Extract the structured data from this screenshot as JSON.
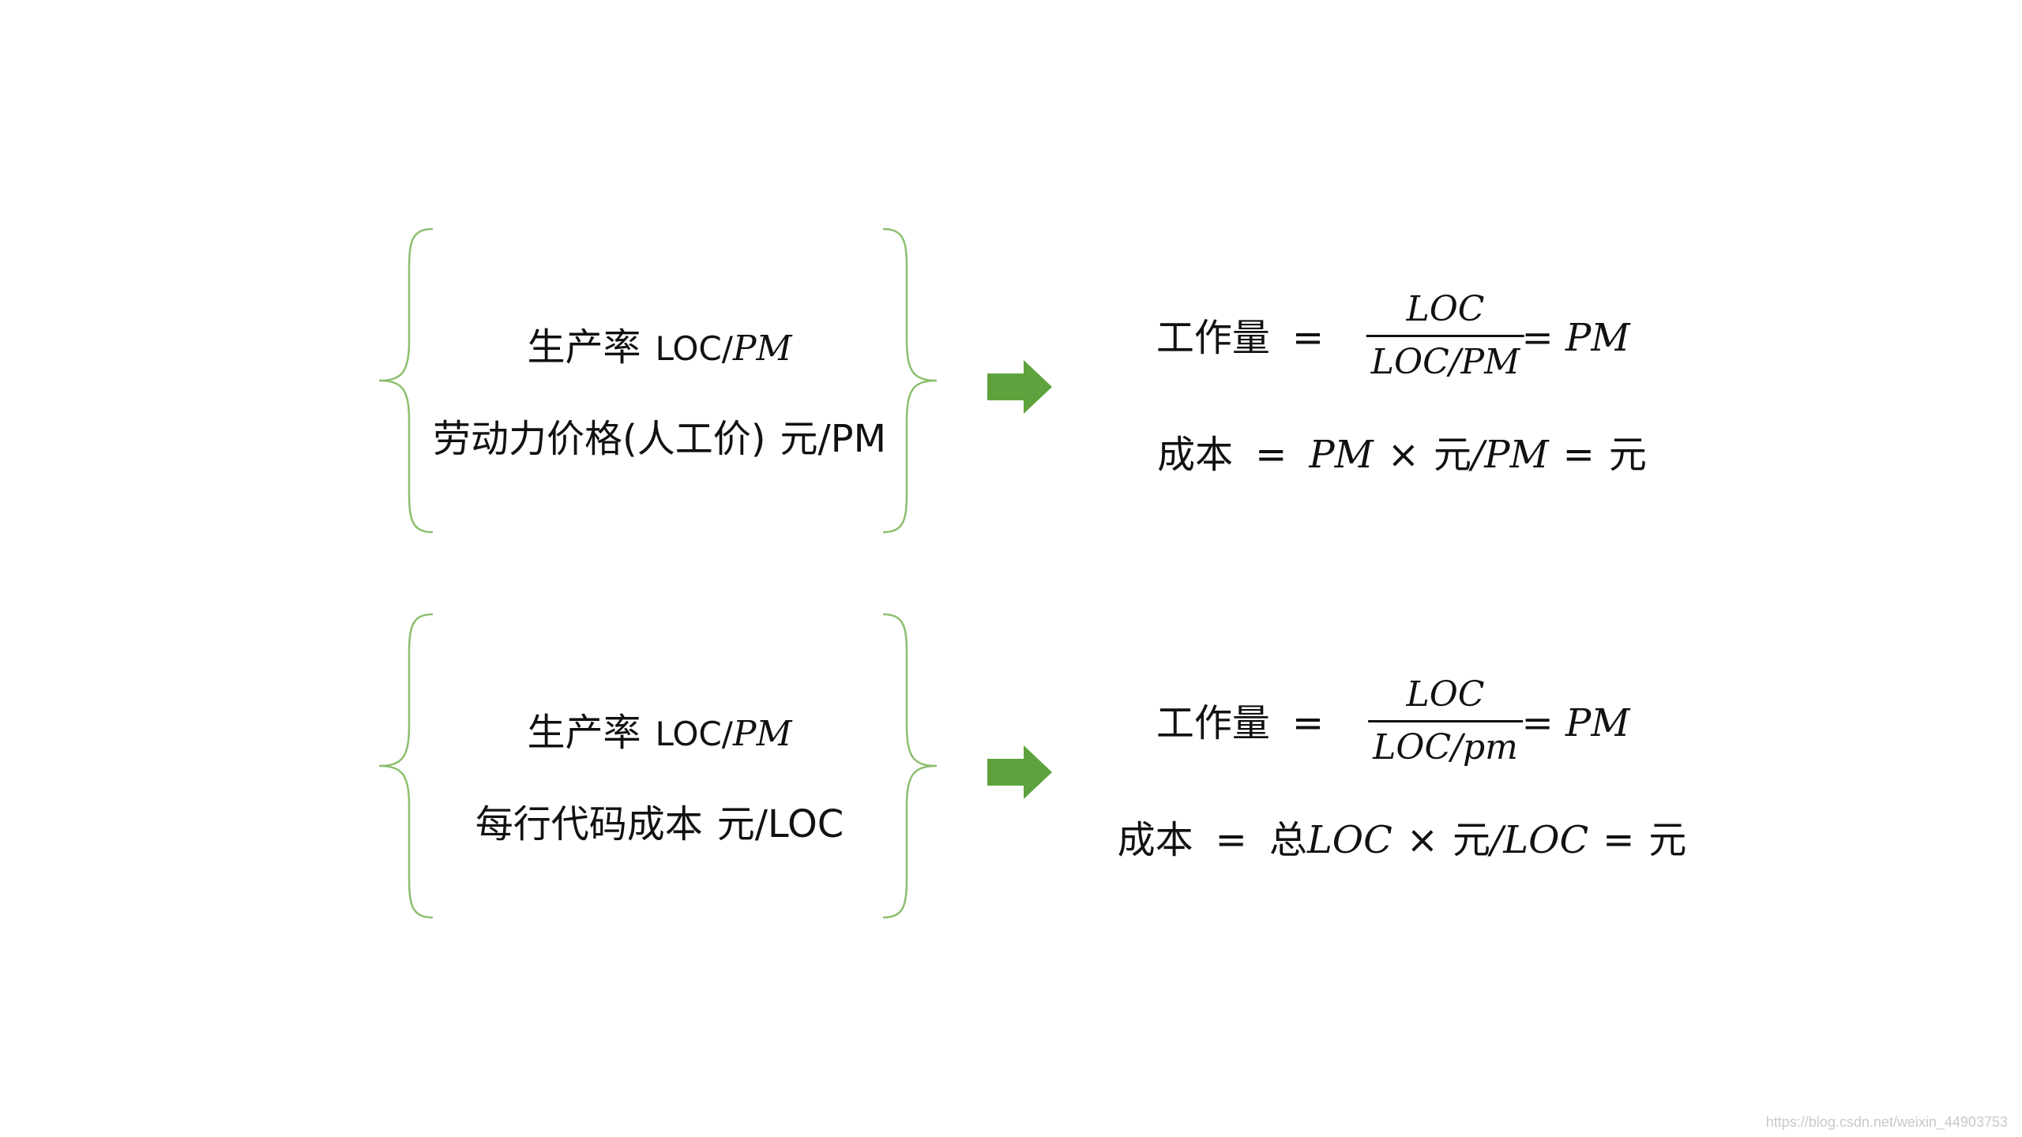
{
  "colors": {
    "brace": "#8cbf6e",
    "arrow": "#5ea23d",
    "text": "#111111"
  },
  "group1": {
    "left": {
      "line1_cn": "生产率",
      "line1_unit_a": "LOC/",
      "line1_unit_b": "PM",
      "line2_cn": "劳动力价格(人工价)",
      "line2_unit": "元/PM"
    },
    "right": {
      "eq1_label": "工作量",
      "eq1_eq": "=",
      "eq1_num": "LOC",
      "eq1_den": "LOC/PM",
      "eq1_result": "= PM",
      "eq2_label": "成本",
      "eq2_eq": "=",
      "eq2_pm1": "PM",
      "eq2_times": "×",
      "eq2_yuan1": "元",
      "eq2_slash": "/",
      "eq2_pm2": "PM",
      "eq2_eq2": "=",
      "eq2_yuan2": "元"
    }
  },
  "group2": {
    "left": {
      "line1_cn": "生产率",
      "line1_unit_a": "LOC/",
      "line1_unit_b": "PM",
      "line2_cn": "每行代码成本",
      "line2_unit": "元/LOC"
    },
    "right": {
      "eq1_label": "工作量",
      "eq1_eq": "=",
      "eq1_num": "LOC",
      "eq1_den": "LOC/pm",
      "eq1_result": "= PM",
      "eq2_label": "成本",
      "eq2_eq": "=",
      "eq2_total": "总",
      "eq2_loc1": "LOC",
      "eq2_times": "×",
      "eq2_yuan1": "元",
      "eq2_slash": "/",
      "eq2_loc2": "LOC",
      "eq2_eq2": "=",
      "eq2_yuan2": "元"
    }
  },
  "watermark": "https://blog.csdn.net/weixin_44903753"
}
